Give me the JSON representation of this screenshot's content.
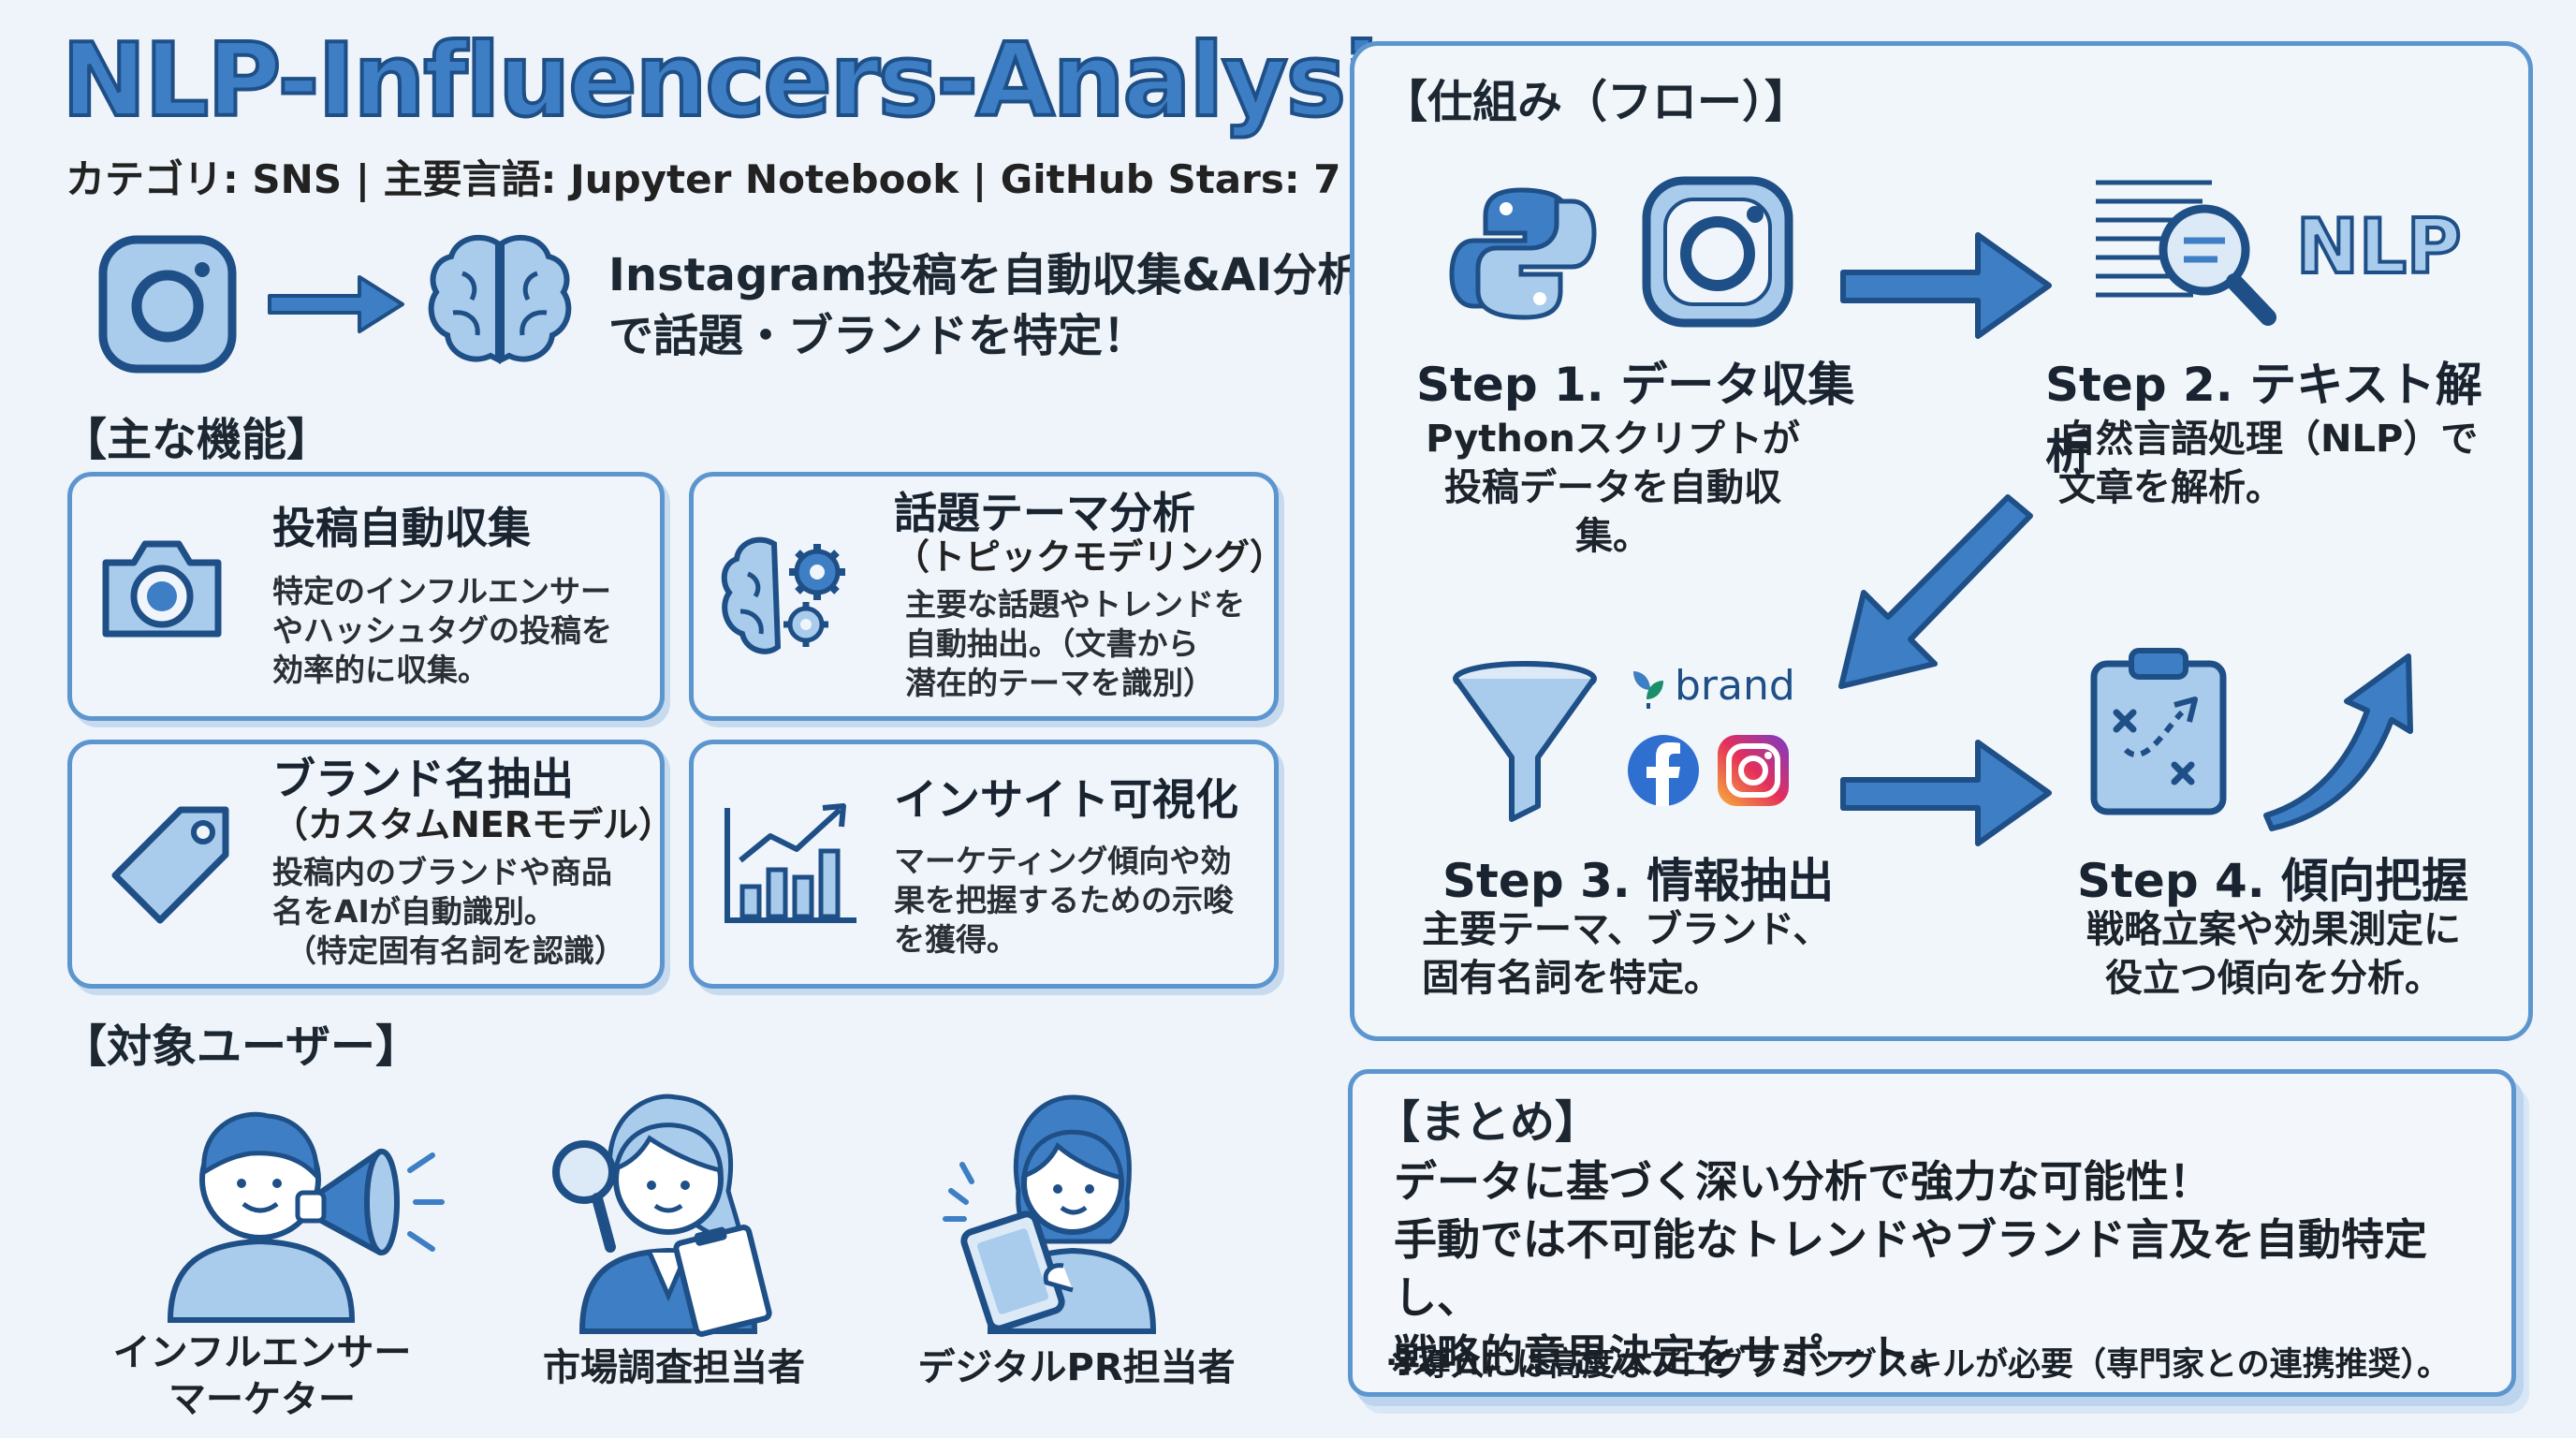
{
  "header": {
    "title": "NLP-Influencers-Analysis",
    "meta": "カテゴリ: SNS | 主要言語: Jupyter Notebook | GitHub Stars: 7",
    "tagline_line1": "Instagram投稿を自動収集&AI分析",
    "tagline_line2": "で話題・ブランドを特定！"
  },
  "features": {
    "heading": "【主な機能】",
    "items": [
      {
        "title": "投稿自動収集",
        "subtitle": "",
        "text": [
          "特定のインフルエンサー",
          "やハッシュタグの投稿を",
          "効率的に収集。"
        ]
      },
      {
        "title": "話題テーマ分析",
        "subtitle": "（トピックモデリング）",
        "text": [
          "主要な話題やトレンドを",
          "自動抽出。（文書から",
          "潜在的テーマを識別）"
        ]
      },
      {
        "title": "ブランド名抽出",
        "subtitle": "（カスタムNERモデル）",
        "text": [
          "投稿内のブランドや商品",
          "名をAIが自動識別。",
          "（特定固有名詞を認識）"
        ]
      },
      {
        "title": "インサイト可視化",
        "subtitle": "",
        "text": [
          "マーケティング傾向や効",
          "果を把握するための示唆",
          "を獲得。"
        ]
      }
    ]
  },
  "users": {
    "heading": "【対象ユーザー】",
    "items": [
      {
        "label_line1": "インフルエンサー",
        "label_line2": "マーケター"
      },
      {
        "label_line1": "市場調査担当者",
        "label_line2": ""
      },
      {
        "label_line1": "デジタルPR担当者",
        "label_line2": ""
      }
    ]
  },
  "flow": {
    "heading": "【仕組み（フロー）】",
    "nlp_label": "NLP",
    "brand_label": "brand",
    "steps": [
      {
        "title": "Step 1. データ収集",
        "line1": "Pythonスクリプトが",
        "line2": "投稿データを自動収集。"
      },
      {
        "title": "Step 2. テキスト解析",
        "line1": "自然言語処理（NLP）で",
        "line2": "文章を解析。"
      },
      {
        "title": "Step 3. 情報抽出",
        "line1": "主要テーマ、ブランド、",
        "line2": "固有名詞を特定。"
      },
      {
        "title": "Step 4. 傾向把握",
        "line1": "戦略立案や効果測定に",
        "line2": "役立つ傾向を分析。"
      }
    ]
  },
  "summary": {
    "heading": "【まとめ】",
    "line1": "データに基づく深い分析で強力な可能性！",
    "line2": "手動では不可能なトレンドやブランド言及を自動特定し、",
    "line3": "戦略的意思決定をサポート。",
    "note": "※導入には高度なプログラミングスキルが必要（専門家との連携推奨）。"
  },
  "colors": {
    "accent": "#3d7ec4",
    "border": "#5d95cf",
    "icon_fill": "#a9cbec",
    "background": "#eef4fa"
  }
}
